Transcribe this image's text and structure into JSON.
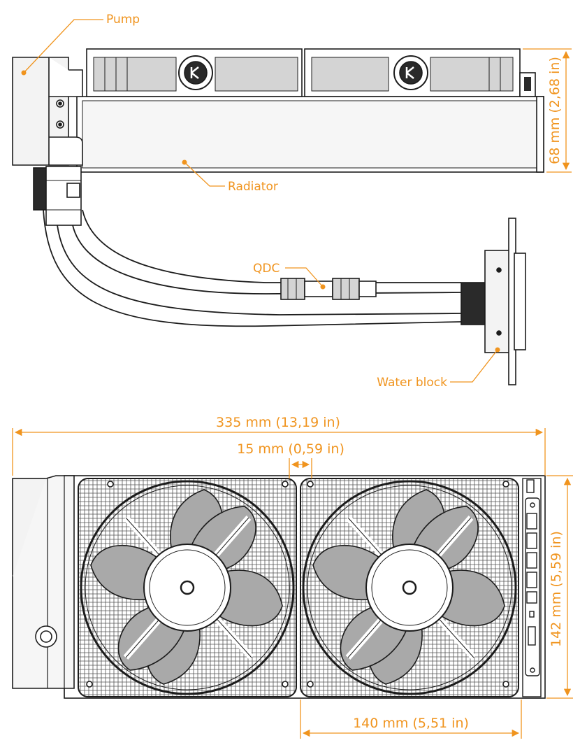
{
  "colors": {
    "accent": "#f0941e",
    "line": "#1c1c1c",
    "fill_light": "#f3f3f3",
    "fill_mid": "#d4d4d4",
    "fill_blade": "#a9a9a9",
    "fill_dark": "#2a2a2a"
  },
  "callouts": {
    "pump": "Pump",
    "radiator": "Radiator",
    "qdc": "QDC",
    "water_block": "Water block"
  },
  "dimensions": {
    "height_side": "68 mm (2,68 in)",
    "total_length": "335 mm (13,19 in)",
    "fan_gap": "15 mm (0,59 in)",
    "width_front": "142 mm (5,59 in)",
    "fan_size": "140 mm (5,51 in)"
  },
  "icons": {
    "fan_logo": "ek-logo-icon",
    "fan_hub": "fan-hub-icon",
    "connector": "fan-header-icon"
  }
}
